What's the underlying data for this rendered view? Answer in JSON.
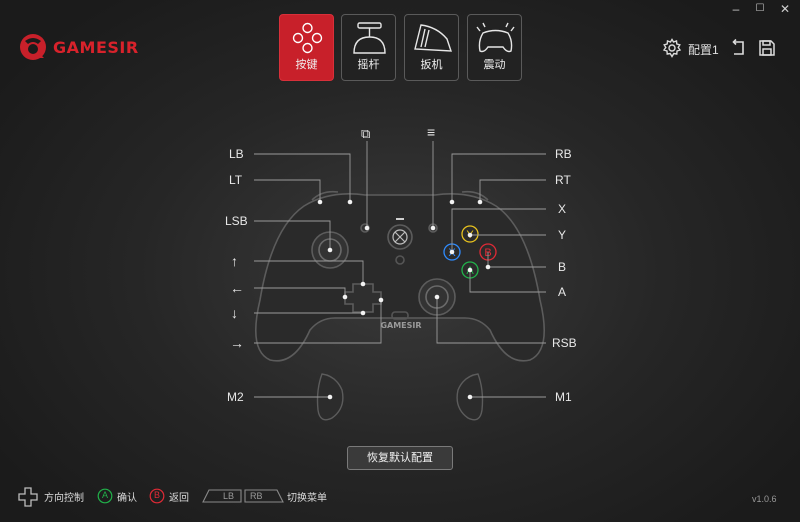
{
  "window": {
    "minimize": "–",
    "maximize": "☐",
    "close": "✕"
  },
  "brand": {
    "name": "GAMESIR"
  },
  "tabs": [
    {
      "label": "按键",
      "active": true
    },
    {
      "label": "摇杆",
      "active": false
    },
    {
      "label": "扳机",
      "active": false
    },
    {
      "label": "震动",
      "active": false
    }
  ],
  "profile": {
    "label": "配置1"
  },
  "controller": {
    "labels": {
      "view": "⧉",
      "menu": "≡",
      "lb": "LB",
      "lt": "LT",
      "lsb": "LSB",
      "up": "↑",
      "left": "←",
      "down": "↓",
      "right": "→",
      "m2": "M2",
      "rb": "RB",
      "rt": "RT",
      "x": "X",
      "y": "Y",
      "b": "B",
      "a": "A",
      "rsb": "RSB",
      "m1": "M1"
    },
    "face": {
      "x": "X",
      "y": "Y",
      "b": "B",
      "a": "A"
    },
    "brand_mark": "GAMESIR",
    "colors": {
      "x": "#2f8cff",
      "y": "#e8c21e",
      "b": "#e02a36",
      "a": "#21b24a"
    }
  },
  "reset_button": {
    "label": "恢复默认配置"
  },
  "footer": {
    "dpad_hint": "方向控制",
    "a_key": "A",
    "confirm_hint": "确认",
    "b_key": "B",
    "back_hint": "返回",
    "lb_key": "LB",
    "rb_key": "RB",
    "switch_hint": "切换菜单",
    "version": "v1.0.6"
  },
  "accent_color": "#c8202a"
}
